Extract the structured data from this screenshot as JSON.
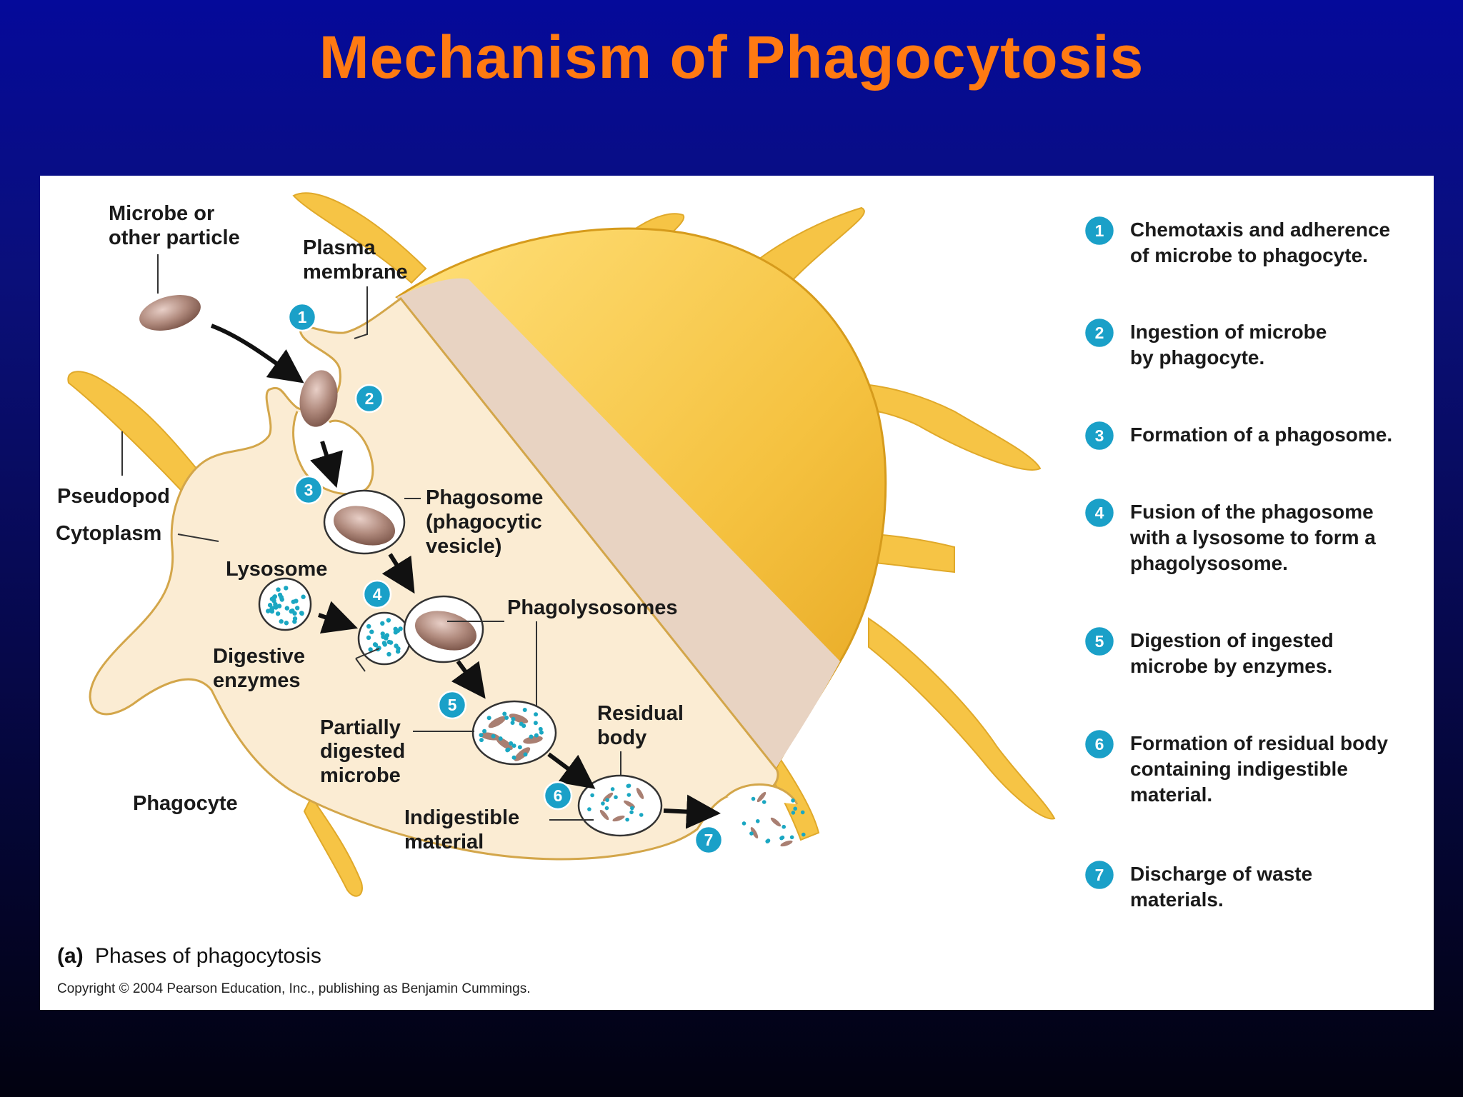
{
  "title": "Mechanism of Phagocytosis",
  "labels": {
    "microbe_line1": "Microbe or",
    "microbe_line2": "other particle",
    "plasma_line1": "Plasma",
    "plasma_line2": "membrane",
    "pseudopod": "Pseudopod",
    "cytoplasm": "Cytoplasm",
    "lysosome": "Lysosome",
    "phagosome_line1": "Phagosome",
    "phagosome_line2": "(phagocytic",
    "phagosome_line3": "vesicle)",
    "phagolysosomes": "Phagolysosomes",
    "digestive_line1": "Digestive",
    "digestive_line2": "enzymes",
    "partially_line1": "Partially",
    "partially_line2": "digested",
    "partially_line3": "microbe",
    "residual_line1": "Residual",
    "residual_line2": "body",
    "indigestible_line1": "Indigestible",
    "indigestible_line2": "material",
    "phagocyte": "Phagocyte"
  },
  "badges": [
    "1",
    "2",
    "3",
    "4",
    "5",
    "6",
    "7"
  ],
  "steps": [
    {
      "num": "1",
      "line1": "Chemotaxis and adherence",
      "line2": "of microbe to phagocyte.",
      "line3": ""
    },
    {
      "num": "2",
      "line1": "Ingestion of microbe",
      "line2": "by phagocyte.",
      "line3": ""
    },
    {
      "num": "3",
      "line1": "Formation of a phagosome.",
      "line2": "",
      "line3": ""
    },
    {
      "num": "4",
      "line1": "Fusion of the phagosome",
      "line2": "with a lysosome to form a",
      "line3": "phagolysosome."
    },
    {
      "num": "5",
      "line1": "Digestion of ingested",
      "line2": "microbe by enzymes.",
      "line3": ""
    },
    {
      "num": "6",
      "line1": "Formation of residual body",
      "line2": "containing indigestible",
      "line3": "material."
    },
    {
      "num": "7",
      "line1": "Discharge of waste",
      "line2": "materials.",
      "line3": ""
    }
  ],
  "caption": {
    "prefix": "(a)",
    "text": "Phases of phagocytosis"
  },
  "copyright": "Copyright © 2004 Pearson Education, Inc., publishing as Benjamin Cummings.",
  "colors": {
    "title": "#ff7a12",
    "badge": "#1aa0c8",
    "cell_body": "#f5c64a",
    "cytoplasm": "#fbecd3",
    "microbe": "#a97f72",
    "enzyme": "#1aa7c2"
  }
}
